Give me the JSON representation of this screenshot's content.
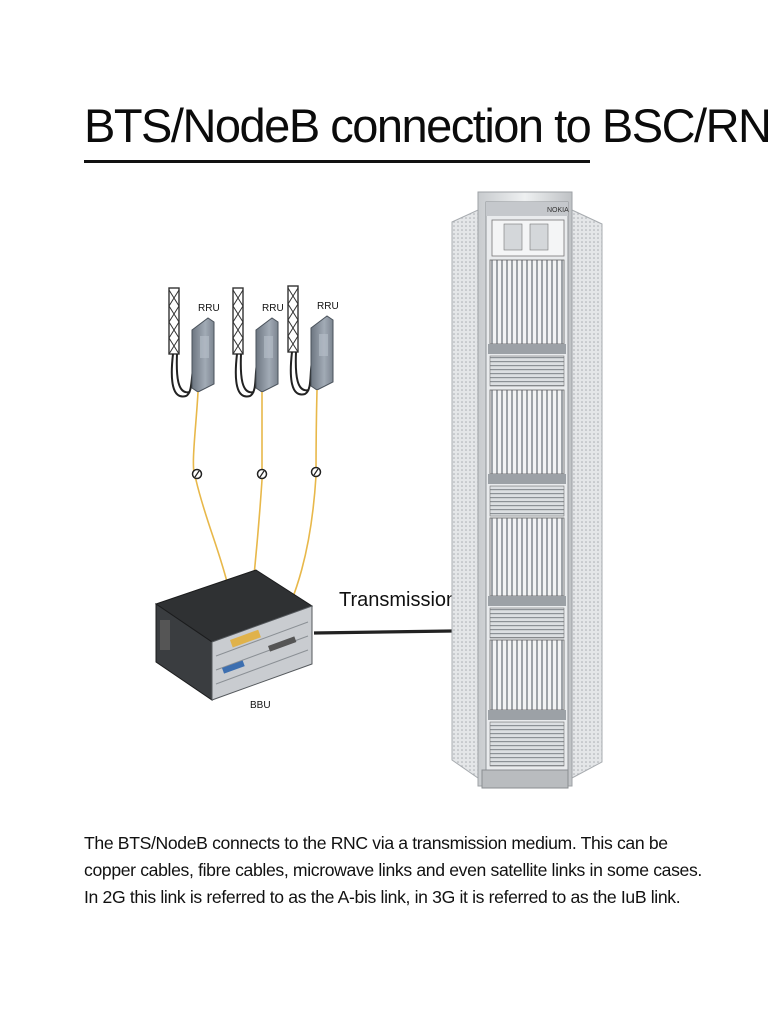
{
  "slide": {
    "title": "BTS/NodeB connection to BSC/RNC",
    "caption": "The BTS/NodeB connects to the RNC via a transmission medium. This can be copper cables, fibre cables, microwave links and even satellite links in some cases. In 2G this link is referred to as the A-bis link, in 3G it is referred to as the IuB link."
  },
  "diagram": {
    "rru_labels": [
      "RRU",
      "RRU",
      "RRU"
    ],
    "bbu_label": "BBU",
    "transmission_label": "Transmission",
    "cabinet_brand": "NOKIA"
  },
  "colors": {
    "fibre": "#e8b84a",
    "transmission_cable": "#222222",
    "rru_body": "#8d97a3",
    "cabinet_frame": "#d7d9db",
    "bbu_body": "#2f3133"
  },
  "icons": [
    "antenna-icon",
    "rru-unit-icon",
    "bbu-unit-icon",
    "rack-cabinet-icon"
  ]
}
